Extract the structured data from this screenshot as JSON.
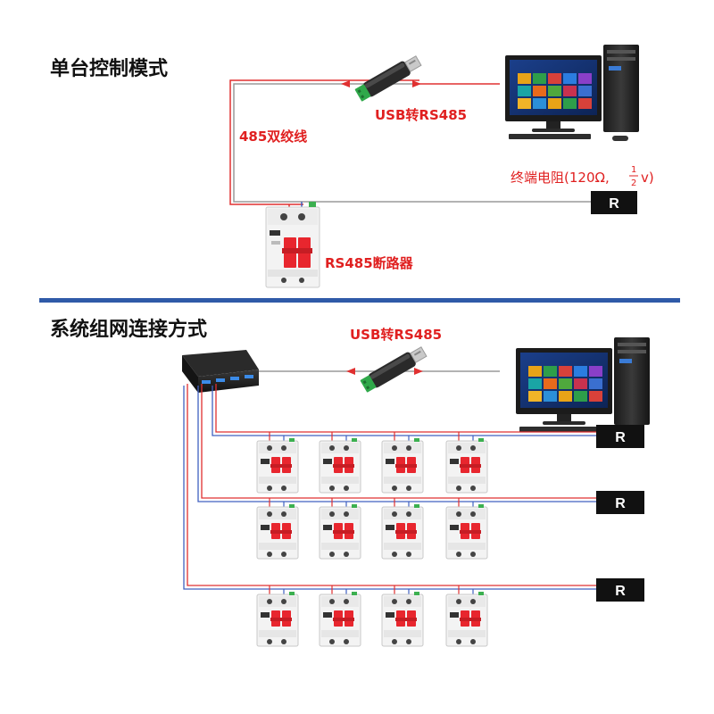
{
  "single_mode": {
    "title": "单台控制模式",
    "usb_label": "USB转RS485",
    "cable_label": "485双绞线",
    "terminator_label_main": "终端电阻(120Ω,",
    "terminator_frac_num": "1",
    "terminator_frac_den": "2",
    "terminator_label_tail": "v)",
    "breaker_label": "RS485断路器",
    "resistor_letter": "R"
  },
  "network_mode": {
    "title": "系统组网连接方式",
    "usb_label": "USB转RS485",
    "resistor_letter": "R",
    "rows": 3,
    "breakers_per_row": 4
  },
  "colors": {
    "divider": "#2f5aa8",
    "wire_red": "#e03030",
    "wire_blue": "#4060c0",
    "wire_gray": "#9a9a9a",
    "label_red": "#e02020",
    "resistor_bg": "#111111",
    "breaker_handle": "#e8262e"
  }
}
